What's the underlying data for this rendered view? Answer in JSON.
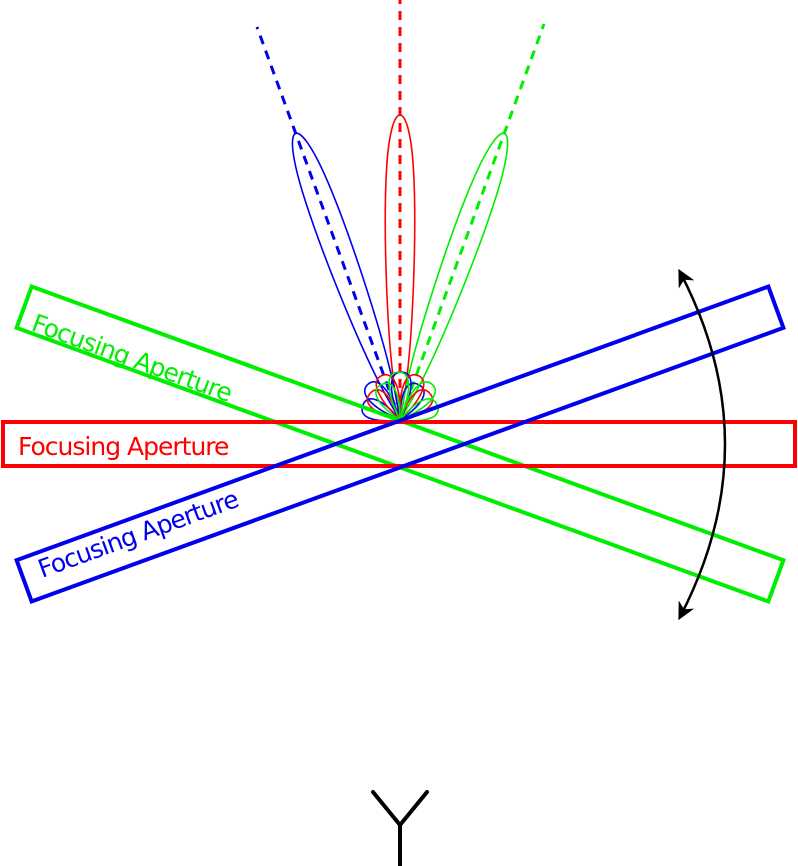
{
  "diagram": {
    "title": "Beam steering with rotating focusing aperture",
    "colors": {
      "green": "#00ee00",
      "red": "#ff0000",
      "blue": "#0000ee",
      "arrow": "#000000",
      "antenna": "#000000",
      "background": "#ffffff"
    },
    "apertures": [
      {
        "id": "green",
        "label": "Focusing Aperture",
        "tilt_deg": 20,
        "color_key": "green"
      },
      {
        "id": "red",
        "label": "Focusing Aperture",
        "tilt_deg": 0,
        "color_key": "red"
      },
      {
        "id": "blue",
        "label": "Focusing Aperture",
        "tilt_deg": -20,
        "color_key": "blue"
      }
    ],
    "beams": [
      {
        "id": "blue",
        "steer_deg": -20,
        "color_key": "blue"
      },
      {
        "id": "red",
        "steer_deg": 0,
        "color_key": "red"
      },
      {
        "id": "green",
        "steer_deg": 20,
        "color_key": "green"
      }
    ],
    "rotation_arrow": {
      "description": "double-headed curved arrow indicating aperture rotation"
    },
    "antenna": {
      "description": "feed antenna symbol"
    }
  }
}
